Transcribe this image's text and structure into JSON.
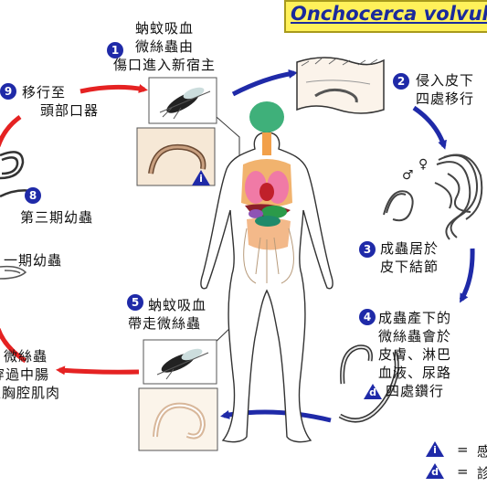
{
  "title": "Onchocerca volvulus",
  "steps": {
    "s1": {
      "num": "1",
      "line1": "蚋蚊吸血",
      "line2": "微絲蟲由",
      "line3": "傷口進入新宿主"
    },
    "s2": {
      "num": "2",
      "line1": "侵入皮下",
      "line2": "四處移行"
    },
    "s3": {
      "num": "3",
      "line1": "成蟲居於",
      "line2": "皮下結節"
    },
    "s4": {
      "num": "4",
      "line1": "成蟲產下的",
      "line2": "微絲蟲會於",
      "line3": "皮膚、淋巴",
      "line4": "血液、尿路",
      "line5": "四處鑽行"
    },
    "s5": {
      "num": "5",
      "line1": "蚋蚊吸血",
      "line2": "帶走微絲蟲"
    },
    "s6": {
      "line1": "微絲蟲",
      "line2": "穿過中腸",
      "line3": "至胸腔肌肉"
    },
    "s7": {
      "line1": "一期幼蟲"
    },
    "s8": {
      "num": "8",
      "line1": "第三期幼蟲"
    },
    "s9": {
      "num": "9",
      "line1": "移行至",
      "line2": "頭部口器"
    }
  },
  "badges": {
    "infective": "i",
    "diagnostic": "d"
  },
  "legend": {
    "i": {
      "letter": "i",
      "eq": "=",
      "text": "感"
    },
    "d": {
      "letter": "d",
      "eq": "=",
      "text": "診"
    }
  },
  "symbols": {
    "male": "♂",
    "female": "♀"
  },
  "colors": {
    "blue_arrow": "#1f2aa8",
    "red_arrow": "#e52222",
    "badge_blue": "#1f2aa8",
    "title_bg": "#fff15a",
    "title_text": "#1b2a9c"
  }
}
